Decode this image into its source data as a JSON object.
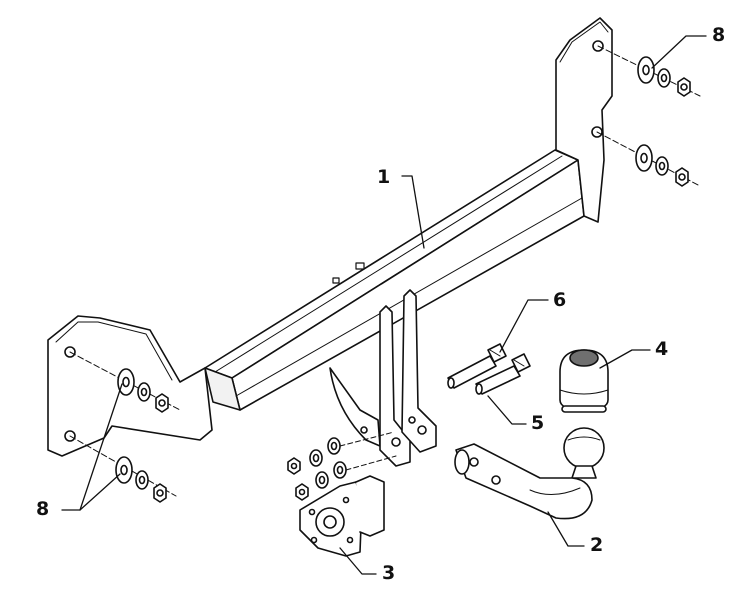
{
  "callouts": {
    "c1": "1",
    "c2": "2",
    "c3": "3",
    "c4": "4",
    "c5": "5",
    "c6": "6",
    "c8_top": "8",
    "c8_left": "8"
  },
  "colors": {
    "stroke": "#111111",
    "fill": "#ffffff",
    "shade": "#d9d9d9",
    "dark_shade": "#6f6f6f"
  }
}
